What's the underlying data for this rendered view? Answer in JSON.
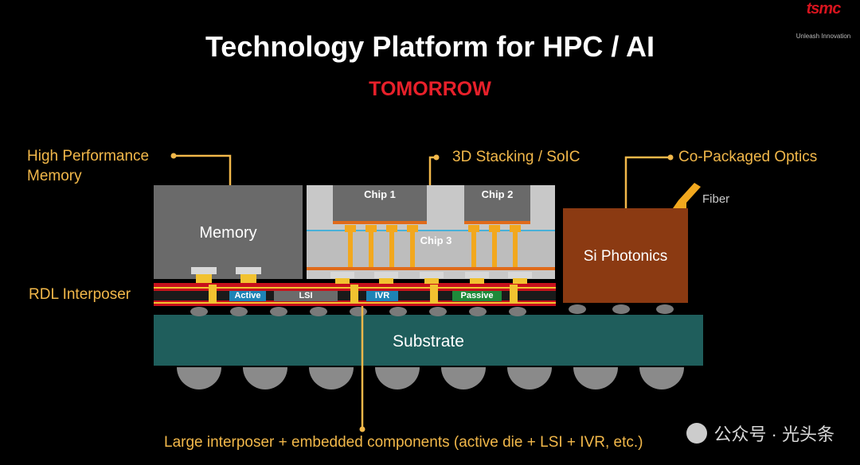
{
  "header": {
    "title": "Technology Platform for HPC / AI",
    "subtitle": "TOMORROW"
  },
  "logo": {
    "mark": "tsmc",
    "tagline": "Unleash Innovation"
  },
  "callouts": {
    "hbm": [
      "High Performance",
      "Memory"
    ],
    "stacking": "3D Stacking / SoIC",
    "cpo": "Co-Packaged Optics",
    "rdl": "RDL Interposer",
    "bottom": "Large interposer + embedded components (active die + LSI + IVR, etc.)"
  },
  "blocks": {
    "memory": "Memory",
    "chip1": "Chip 1",
    "chip2": "Chip 2",
    "chip3": "Chip 3",
    "photonics": "Si Photonics",
    "fiber": "Fiber",
    "substrate": "Substrate"
  },
  "embedded": [
    "Active",
    "LSI",
    "IVR",
    "Passive"
  ],
  "colors": {
    "accent_red": "#e8202a",
    "callout_orange": "#f2b84a",
    "substrate": "#1f5e5c",
    "photonics": "#8b3a12",
    "memory": "#6a6a6a",
    "rdl_red": "#c8101c"
  },
  "watermark": "公众号 · 光头条"
}
